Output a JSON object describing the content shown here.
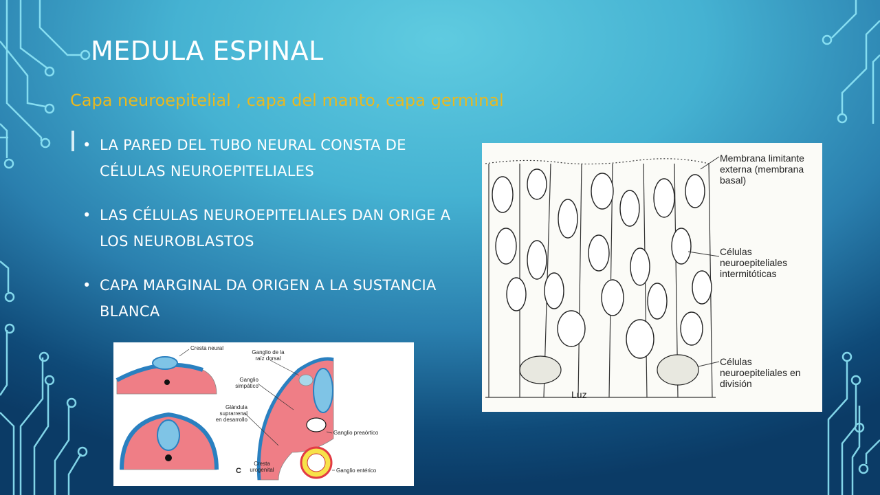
{
  "slide": {
    "title": "MEDULA ESPINAL",
    "subtitle": "Capa neuroepitelial , capa del manto, capa germinal",
    "bullets": [
      "La pared del tubo neural consta de células neuroepiteliales",
      "Las células neuroepiteliales dan orige a los neuroblastos",
      "Capa marginal da origen a la sustancia blanca"
    ]
  },
  "figure_right": {
    "labels": {
      "membrana": "Membrana limitante externa (membrana basal)",
      "intermitoticas": "Células neuroepiteliales intermitóticas",
      "division": "Células neuroepiteliales en división",
      "luz": "Luz"
    }
  },
  "figure_bottom": {
    "labels": {
      "cresta_neural": "Cresta neural",
      "ganglio_raiz": "Ganglio de la raíz dorsal",
      "ganglio_simpatico": "Ganglio simpático",
      "glandula": "Glándula suprarrenal en desarrollo",
      "ganglio_preaortico": "Ganglio preaórtico",
      "ganglio_enterico": "Ganglio entérico",
      "cresta_urogenital": "Cresta urogenital",
      "panel_c": "C"
    }
  },
  "colors": {
    "title": "#ffffff",
    "subtitle": "#e8b820",
    "circuit": "#7fe3f5"
  },
  "icons": [
    "circuit-decoration"
  ]
}
